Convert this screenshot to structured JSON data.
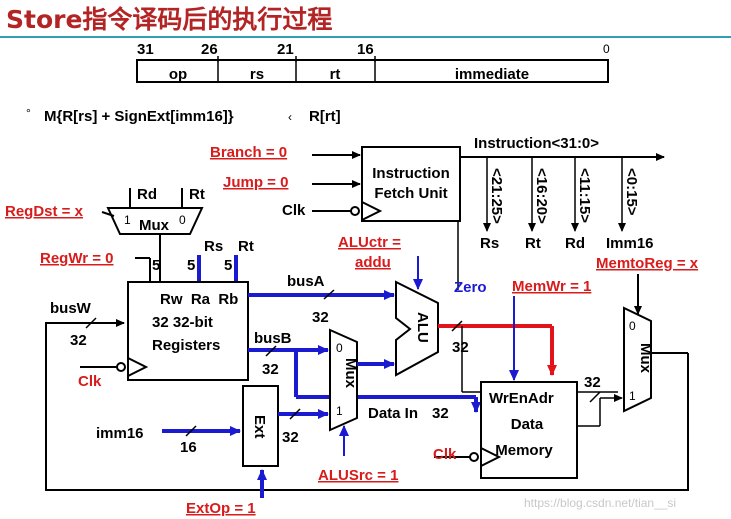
{
  "title": "Store指令译码后的执行过程",
  "format": {
    "bits": [
      "31",
      "26",
      "21",
      "16",
      "0"
    ],
    "fields": [
      "op",
      "rs",
      "rt",
      "immediate"
    ]
  },
  "rtl": {
    "bullet": "°",
    "expr": "M{R[rs] + SignExt[imm16]}",
    "arrow": "‹",
    "dest": "R[rt]"
  },
  "controls": {
    "branch": "Branch = 0",
    "jump": "Jump = 0",
    "regdst": "RegDst = x",
    "regwr": "RegWr = 0",
    "aluctr_1": "ALUctr =",
    "aluctr_2": "addu",
    "memwr": "MemWr = 1",
    "memtoreg": "MemtoReg = x",
    "alusrc": "ALUSrc = 1",
    "extop": "ExtOp = 1"
  },
  "ifu": {
    "line1": "Instruction",
    "line2": "Fetch Unit",
    "clk": "Clk"
  },
  "instr": {
    "label": "Instruction<31:0>",
    "fields": [
      "<21:25>",
      "<16:20>",
      "<11:15>",
      "<0:15>"
    ],
    "names": [
      "Rs",
      "Rt",
      "Rd",
      "Imm16"
    ]
  },
  "regdst_mux": {
    "rd": "Rd",
    "rt": "Rt",
    "one": "1",
    "zero": "0",
    "name": "Mux"
  },
  "regfile": {
    "rs": "Rs",
    "rt": "Rt",
    "w5a": "5",
    "w5b": "5",
    "w5c": "5",
    "line1": "Rw  Ra  Rb",
    "line2": "32 32-bit",
    "line3": "Registers",
    "clk": "Clk"
  },
  "buses": {
    "busw": "busW",
    "w32_busw": "32",
    "busa": "busA",
    "w32_busa": "32",
    "busb": "busB",
    "w32_busb": "32",
    "imm16": "imm16",
    "w16": "16",
    "w32_ext": "32",
    "w32_alu": "32",
    "w32_out": "32",
    "datain": "Data In",
    "w32_datain": "32"
  },
  "alusrc_mux": {
    "zero": "0",
    "one": "1",
    "name": "Mux"
  },
  "ext": {
    "name": "Ext"
  },
  "alu": {
    "name": "ALU",
    "zero": "Zero"
  },
  "mem": {
    "line1": "WrEnAdr",
    "line2": "Data",
    "line3": "Memory",
    "clk": "Clk"
  },
  "memtoreg_mux": {
    "zero": "0",
    "one": "1",
    "name": "Mux"
  },
  "watermark": "https://blog.csdn.net/tian__si",
  "colors": {
    "title": "#b32424",
    "control": "#d81b1b",
    "bus": "#1a1ad0",
    "highlight": "#e2131b",
    "rule": "#2f9fb3"
  }
}
